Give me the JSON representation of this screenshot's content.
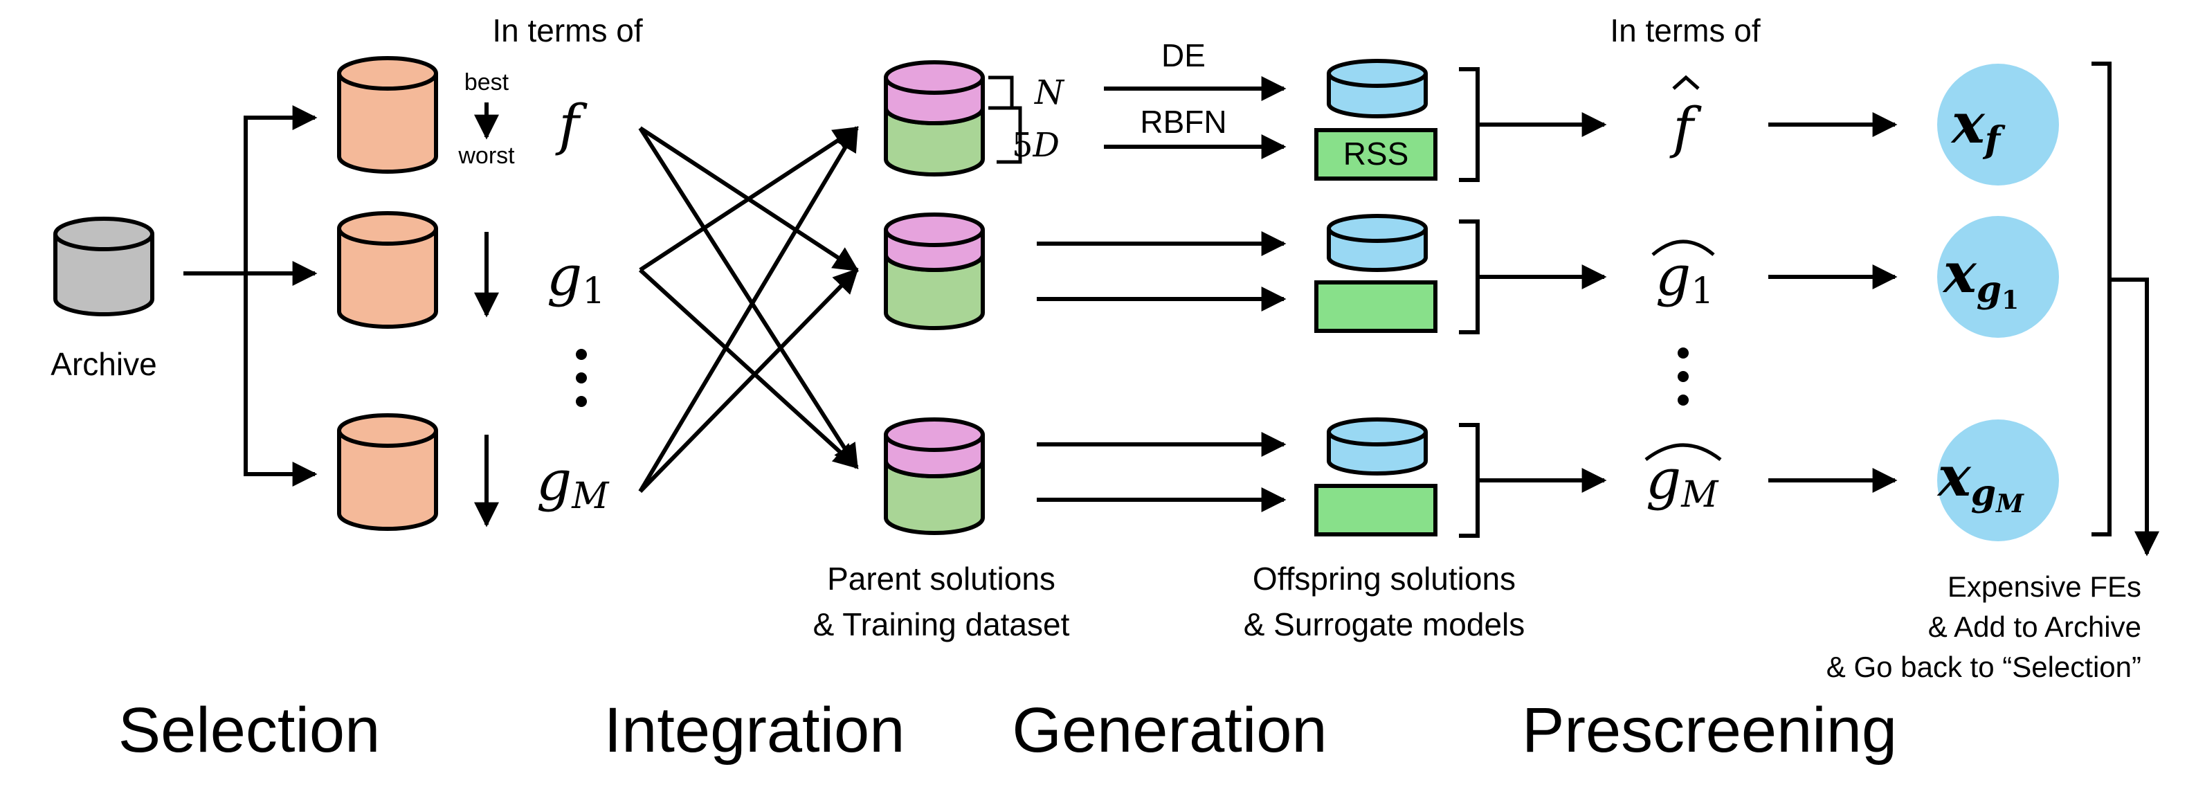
{
  "colors": {
    "archive": "#bfbfbf",
    "selection_db": "#f4b999",
    "parent_top": "#e6a3dd",
    "parent_bottom": "#a9d596",
    "offspring_top": "#99d8f3",
    "surrogate": "#88e08a",
    "candidate": "#99d8f3"
  },
  "archive_label": "Archive",
  "selection": {
    "header": "In terms of",
    "best": "best",
    "worst": "worst",
    "f": "f",
    "g": "g",
    "sub_1": "1",
    "sub_M": "M"
  },
  "parents": {
    "N": "N",
    "five": "5",
    "D": "D",
    "caption_line1": "Parent solutions",
    "caption_line2": "& Training dataset"
  },
  "generation": {
    "de": "DE",
    "rbfn": "RBFN",
    "rss": "RSS",
    "caption_line1": "Offspring solutions",
    "caption_line2": "& Surrogate models"
  },
  "prescreening": {
    "header": "In terms of",
    "f_hat": "f",
    "g_hat": "g",
    "sub_1": "1",
    "sub_M": "M",
    "x": "x",
    "x_sub_f": "f",
    "x_sub_g": "g",
    "x_subsub_1": "1",
    "x_subsub_M": "M"
  },
  "final": {
    "line1": "Expensive FEs",
    "line2": "& Add to Archive",
    "line3": "& Go back to “Selection”"
  },
  "stages": {
    "selection": "Selection",
    "integration": "Integration",
    "generation": "Generation",
    "prescreening": "Prescreening"
  }
}
